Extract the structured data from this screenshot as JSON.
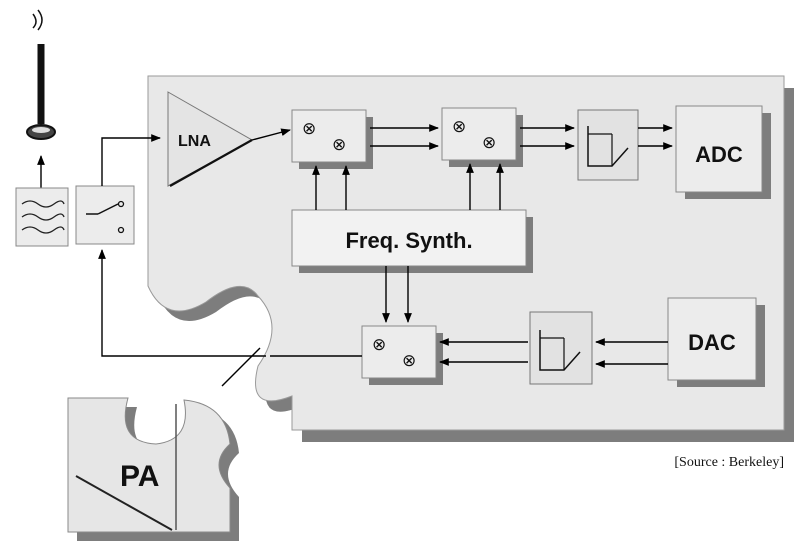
{
  "blocks": {
    "lna": "LNA",
    "adc": "ADC",
    "dac": "DAC",
    "synth": "Freq. Synth.",
    "pa": "PA"
  },
  "mixer_symbol": "⊗",
  "caption": "[Source : Berkeley]"
}
